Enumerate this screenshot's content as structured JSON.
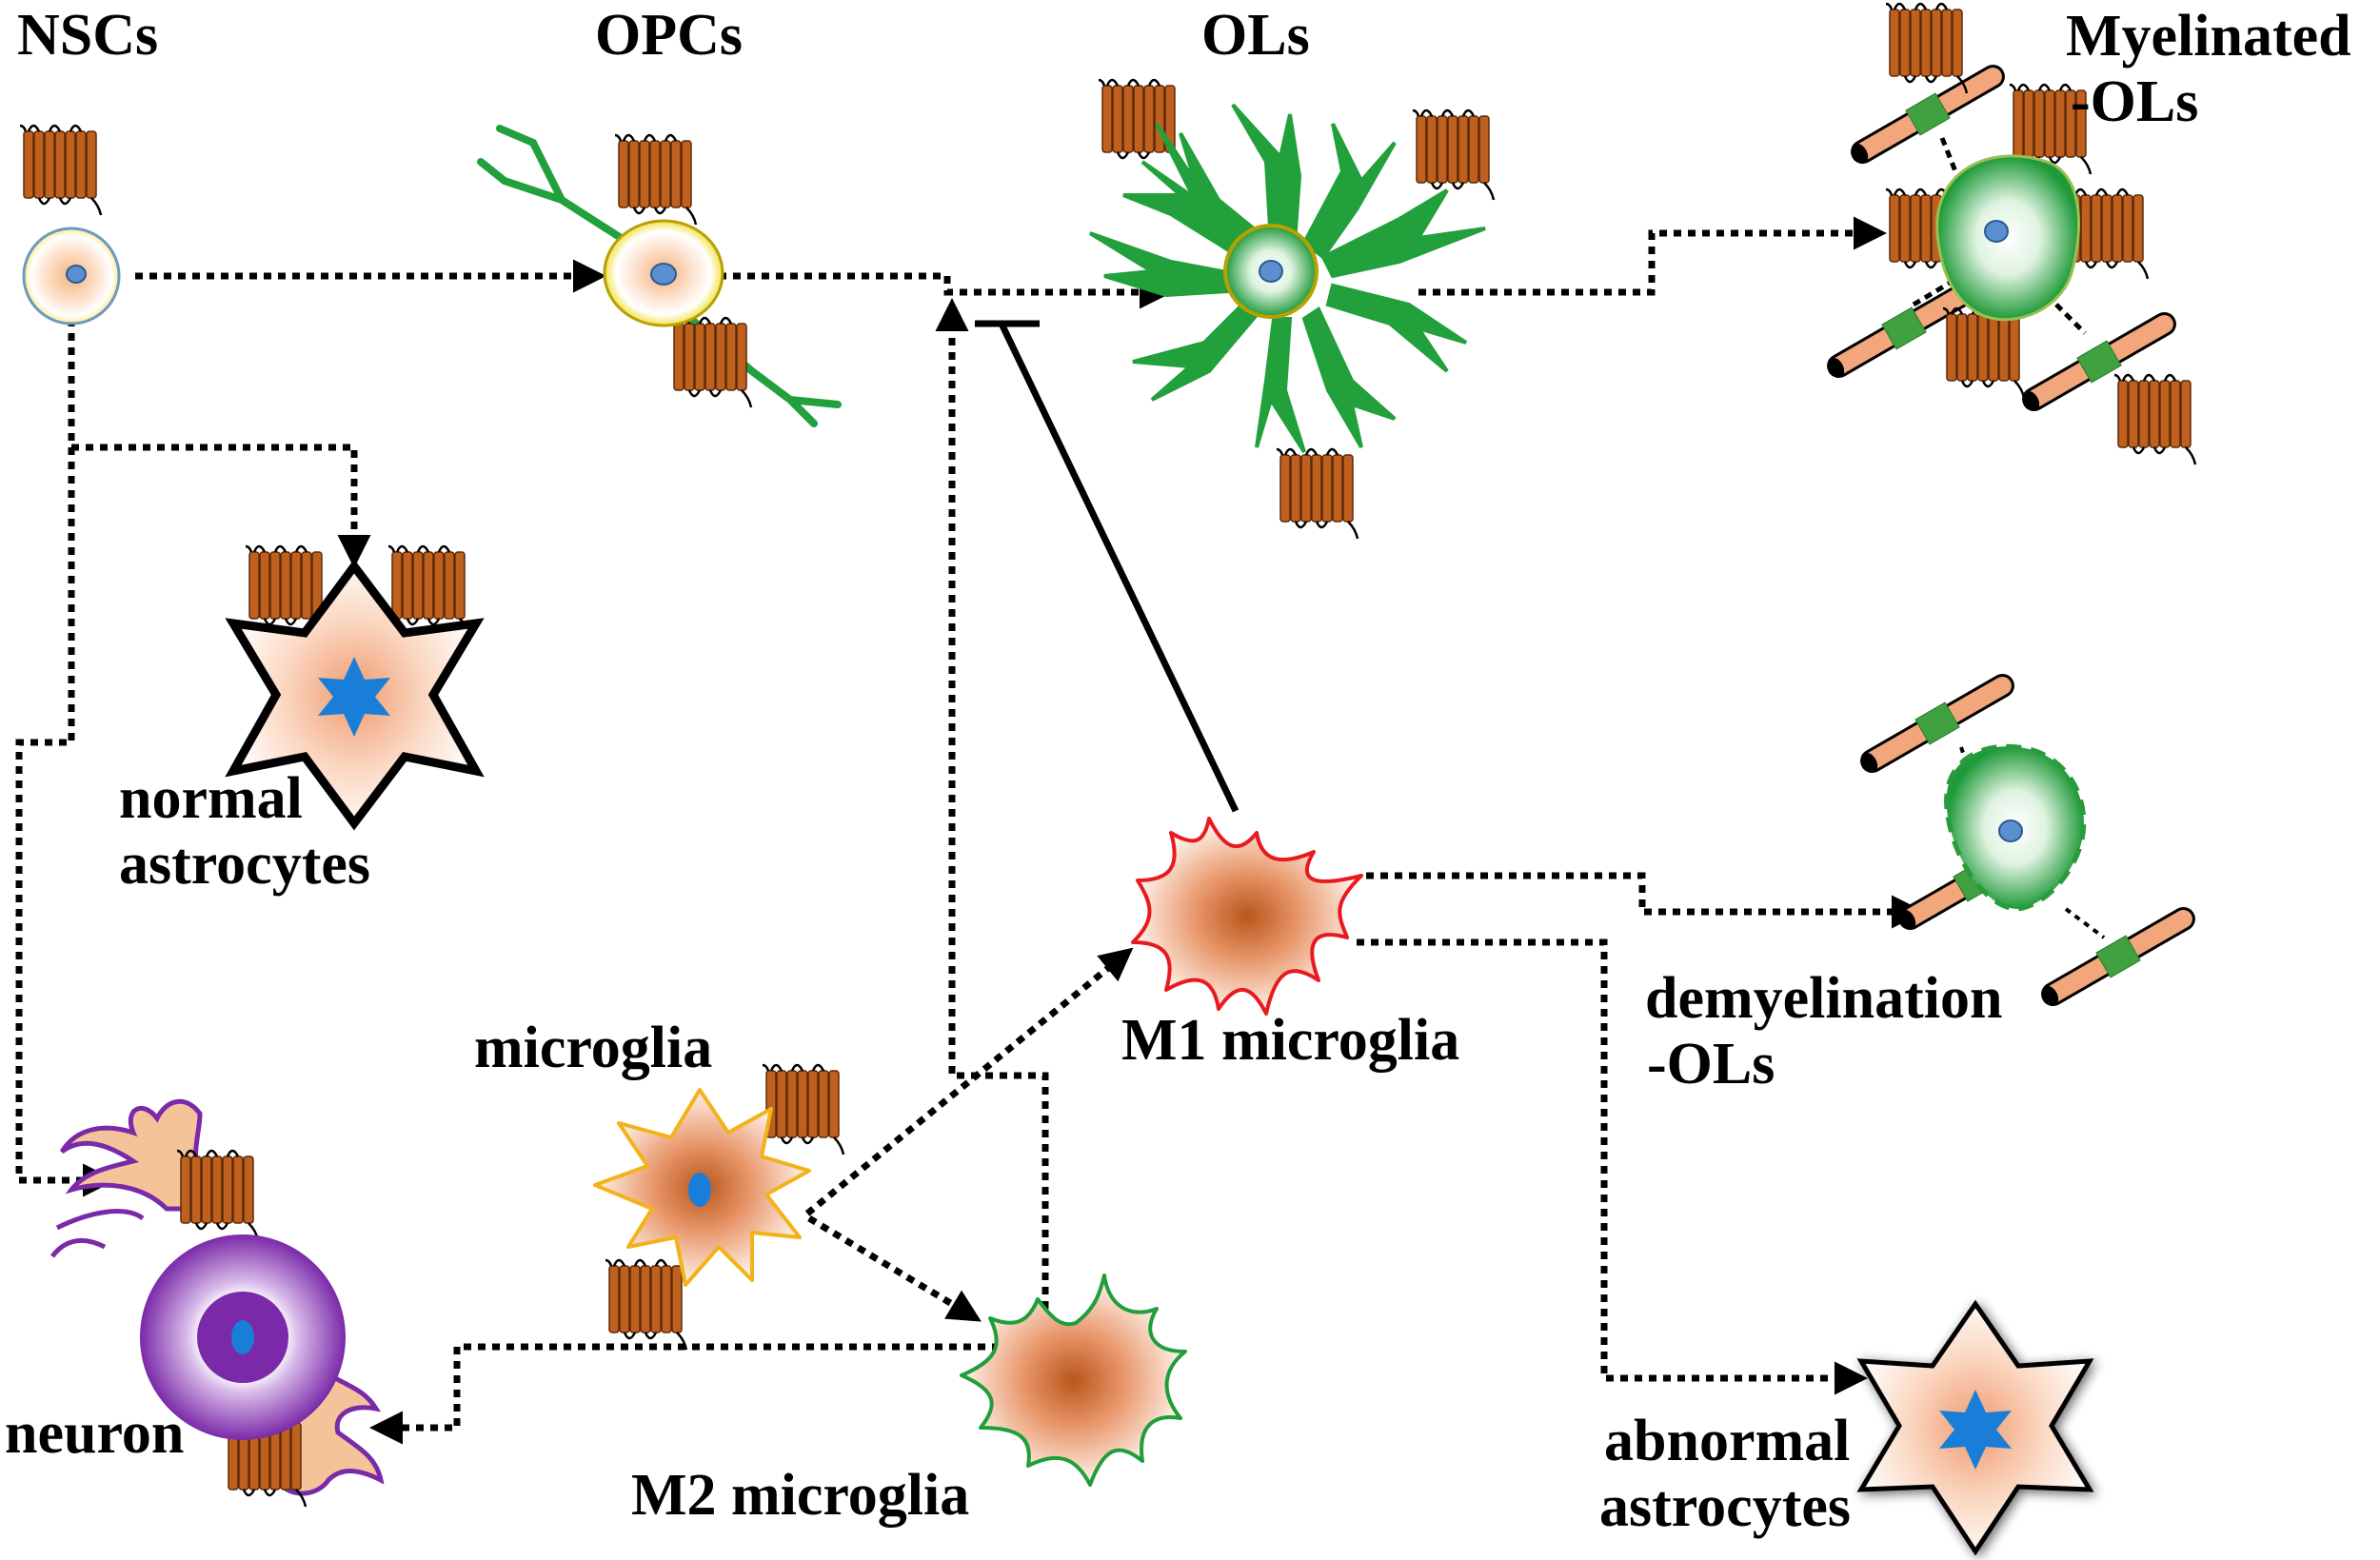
{
  "labels": {
    "nscs": "NSCs",
    "opcs": "OPCs",
    "ols": "OLs",
    "myelinated_1": "Myelinated",
    "myelinated_2": "-OLs",
    "normal_astro_1": "normal",
    "normal_astro_2": "astrocytes",
    "microglia": "microglia",
    "m1_microglia": "M1 microglia",
    "m2_microglia": "M2 microglia",
    "neuron": "neuron",
    "demyelination_1": "demyelination",
    "demyelination_2": "-OLs",
    "abnormal_astro_1": "abnormal",
    "abnormal_astro_2": "astrocytes"
  },
  "colors": {
    "receptor": "#c0601e",
    "oligodendrocyte_green": "#22a03c",
    "myelin_sheath": "#3fa13f",
    "axon": "#f2a67c",
    "m1_outline": "#e8191f",
    "m2_outline": "#1f9e3a",
    "microglia_outline": "#f2b21a",
    "neuron_purple": "#7a2aa8",
    "astrocyte_nucleus": "#1a7ed8",
    "opc_ring": "#f0d020"
  },
  "icons": [
    "receptor-icon",
    "axon-icon",
    "inhibition-bar"
  ]
}
